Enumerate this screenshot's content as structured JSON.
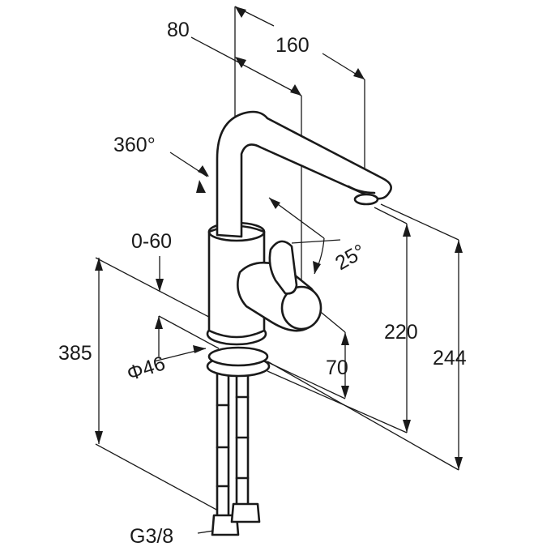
{
  "dimensions": {
    "spout_offset": "80",
    "spout_reach": "160",
    "swivel_angle": "360°",
    "lever_angle": "25°",
    "deck_thickness": "0-60",
    "hose_length": "385",
    "base_diameter": "Φ46",
    "lever_height": "70",
    "spout_height": "220",
    "total_height": "244",
    "connection_thread": "G3/8"
  },
  "colors": {
    "line": "#1a1a1a",
    "background": "#ffffff"
  }
}
